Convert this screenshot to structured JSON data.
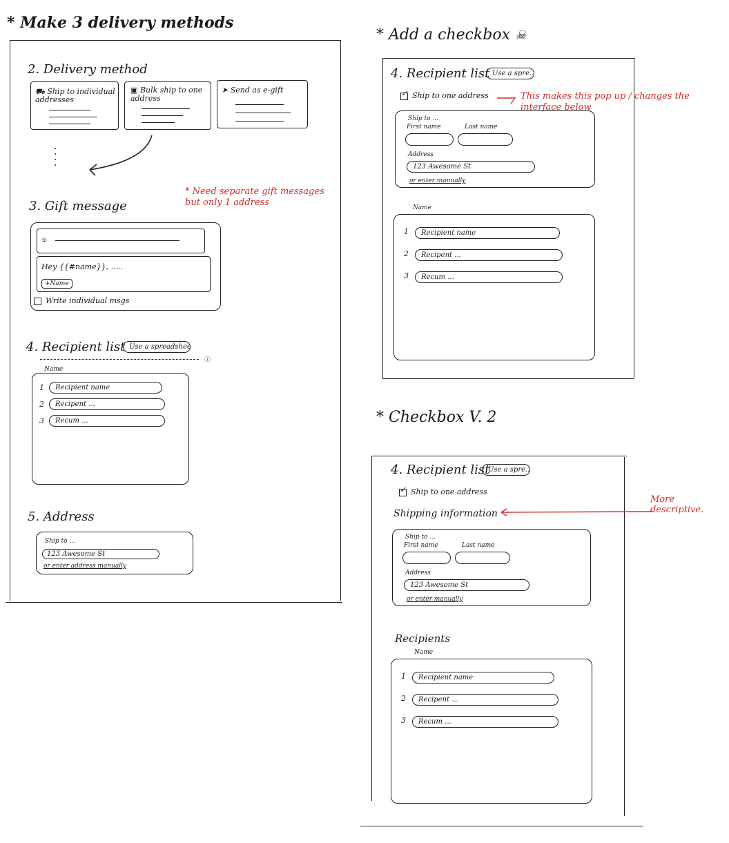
{
  "headings": {
    "make3": "* Make 3 delivery methods",
    "add_checkbox": "* Add a checkbox",
    "checkbox_v2": "* Checkbox V. 2"
  },
  "left": {
    "delivery_title": "2. Delivery method",
    "cards": [
      {
        "label": "Ship to individual addresses"
      },
      {
        "label": "Bulk ship to one address"
      },
      {
        "label": "Send as e-gift"
      }
    ],
    "gift_title": "3. Gift message",
    "gift_note": "* Need separate gift messages but only 1 address",
    "message_text": "Hey {{#name}}, .....",
    "name_button": "+Name",
    "write_individual": "Write individual msgs",
    "recipient_title": "4. Recipient list",
    "spreadsheet_button": "Use a spreadsheet",
    "name_label": "Name",
    "recipients": [
      "Recipient name",
      "Recipent ...",
      "Recum ..."
    ],
    "address_title": "5. Address",
    "ship_to": "Ship to ...",
    "address_value": "123 Awesome St",
    "enter_manually": "or enter address manually"
  },
  "panel1": {
    "title": "4. Recipient list",
    "spreadsheet_button": "Use a spre...",
    "checkbox_label": "Ship to one address",
    "note": "This makes this pop up / changes the interface below",
    "ship_to": "Ship to ...",
    "first_name": "First name",
    "last_name": "Last name",
    "address_label": "Address",
    "address_value": "123 Awesome St",
    "enter_manually": "or enter manually",
    "name_label": "Name",
    "recipients": [
      "Recipient name",
      "Recipent ...",
      "Recum ..."
    ]
  },
  "panel2": {
    "title": "4. Recipient list",
    "spreadsheet_button": "Use a spre...",
    "checkbox_label": "Ship to one address",
    "shipping_title": "Shipping information",
    "note": "More descriptive.",
    "ship_to": "Ship to ...",
    "first_name": "First name",
    "last_name": "Last name",
    "address_label": "Address",
    "address_value": "123 Awesome St",
    "enter_manually": "or enter manually",
    "recipients_title": "Recipients",
    "name_label": "Name",
    "recipients": [
      "Recipient name",
      "Recipent ...",
      "Recum ..."
    ]
  },
  "icons": {
    "skull": "skull-icon",
    "truck": "truck-icon",
    "package": "package-icon",
    "send": "send-icon"
  },
  "colors": {
    "ink": "#1a1a1a",
    "annotation": "#d22a2a"
  }
}
